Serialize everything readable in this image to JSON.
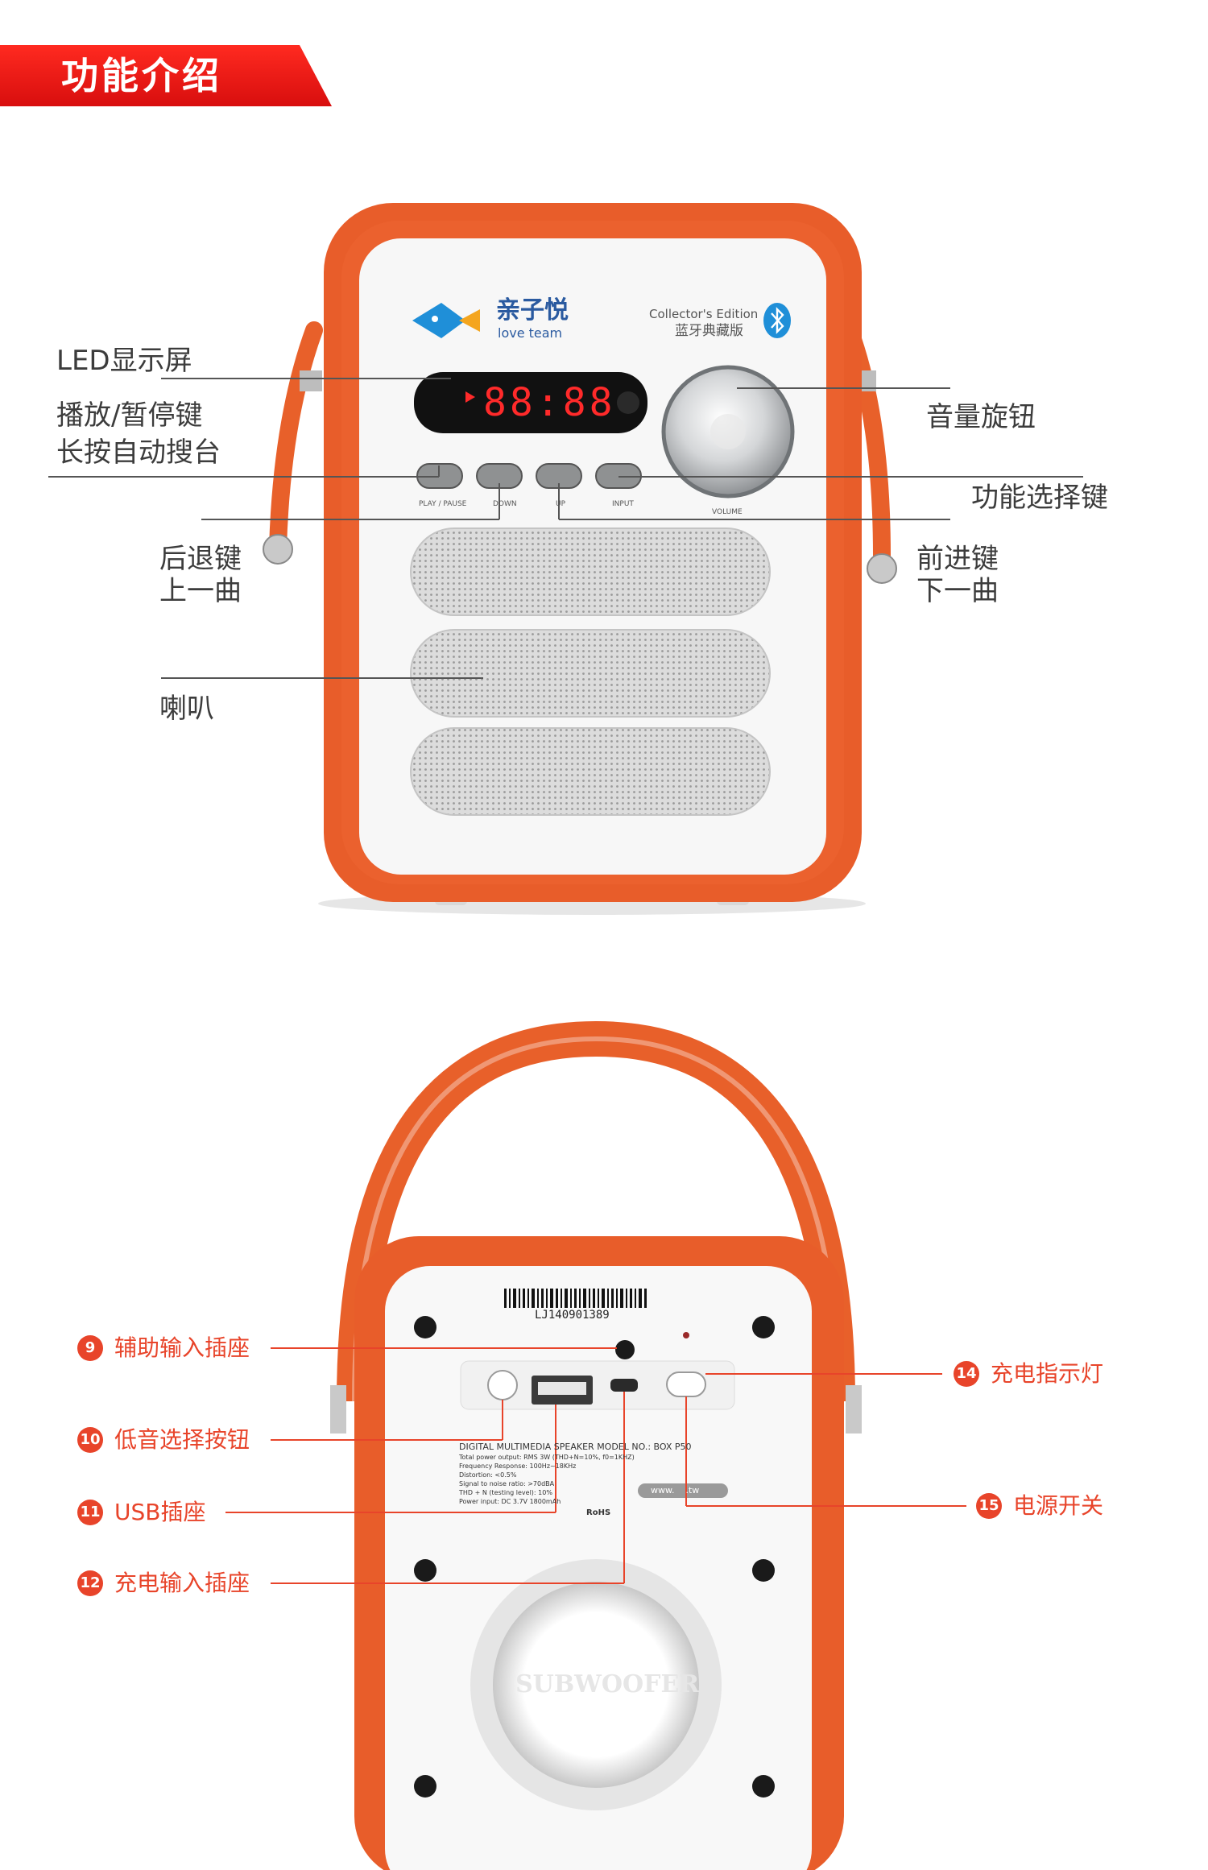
{
  "banner": {
    "title": "功能介绍"
  },
  "front": {
    "brand_name": "亲子悦",
    "brand_sub": "love team",
    "edition_en": "Collector's Edition",
    "edition_cn": "蓝牙典藏版",
    "display_digits": "88:88",
    "button_labels": [
      "PLAY / PAUSE",
      "DOWN",
      "UP",
      "INPUT"
    ],
    "volume_label": "VOLUME",
    "labels": {
      "led": "LED显示屏",
      "play_line1": "播放/暂停键",
      "play_line2": "长按自动搜台",
      "prev_line1": "后退键",
      "prev_line2": "上一曲",
      "speaker": "喇叭",
      "volume_knob": "音量旋钮",
      "function_select": "功能选择键",
      "next_line1": "前进键",
      "next_line2": "下一曲"
    }
  },
  "back": {
    "serial": "LJ140901389",
    "spec_lines": [
      "DIGITAL MULTIMEDIA SPEAKER  MODEL NO.: BOX P50",
      "Total power output: RMS 3W (THD+N=10%, f0=1KHZ)",
      "Frequency Response: 100Hz~18KHz",
      "Distortion: <0.5%",
      "Signal to noise ratio: >70dBA",
      "THD + N (testing level): 10%",
      "Power input: DC 3.7V 1800mAh"
    ],
    "website": "www.    .tw",
    "rohs": "RoHS",
    "subwoofer": "SUBWOOFER",
    "callouts": [
      {
        "num": "9",
        "text": "辅助输入插座"
      },
      {
        "num": "10",
        "text": "低音选择按钮"
      },
      {
        "num": "11",
        "text": "USB插座"
      },
      {
        "num": "12",
        "text": "充电输入插座"
      },
      {
        "num": "14",
        "text": "充电指示灯"
      },
      {
        "num": "15",
        "text": "电源开关"
      }
    ]
  },
  "colors": {
    "banner_red": "#e01414",
    "case_orange": "#e85d2a",
    "callout_orange": "#e8442a",
    "led_red": "#ff2a2a"
  }
}
